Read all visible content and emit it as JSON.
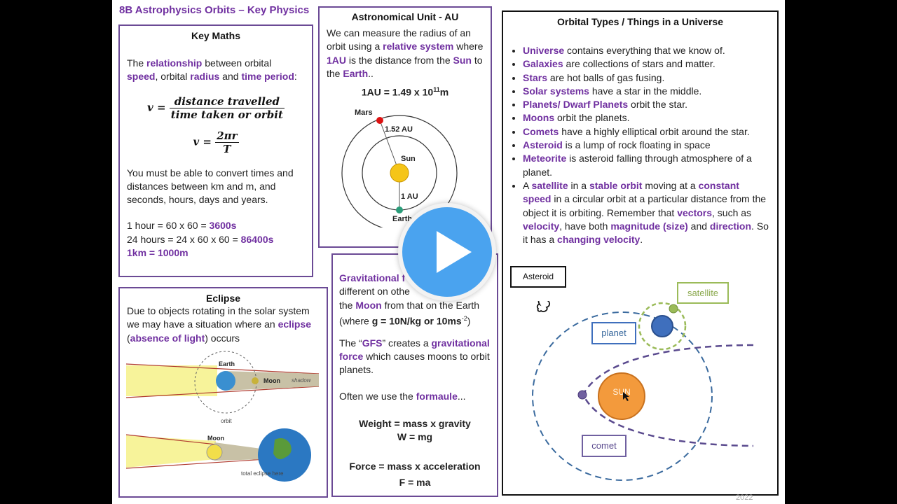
{
  "doc": {
    "title": "8B Astrophysics Orbits – Key Physics",
    "footer": "2022"
  },
  "key_maths": {
    "title": "Key Maths",
    "intro_1": "The ",
    "intro_2": "relationship",
    "intro_3": " between orbital",
    "intro_4": "speed",
    "intro_5": ", orbital ",
    "intro_6": "radius",
    "intro_7": " and ",
    "intro_8": "time period",
    "intro_9": ":",
    "f1_lhs": "v =",
    "f1_num": "distance travelled",
    "f1_den": "time taken or orbit",
    "f2_lhs": "v =",
    "f2_num": "2πr",
    "f2_den": "T",
    "convert": "You must be able to convert times and distances between km and m, and seconds, hours, days and years.",
    "l1_a": "1 hour = 60 x 60 = ",
    "l1_b": "3600s",
    "l2_a": "24 hours = 24 x 60 x 60 = ",
    "l2_b": "86400s",
    "l3": "1km = 1000m"
  },
  "au": {
    "title": "Astronomical Unit - AU",
    "t1": "We can measure the radius of an orbit using a ",
    "t2": "relative system",
    "t3": " where ",
    "t4": "1AU",
    "t5": " is the distance from the ",
    "t6": "Sun",
    "t7": " to the ",
    "t8": "Earth",
    "t9": "..",
    "eq_a": "1AU = 1.49 x 10",
    "eq_sup": "11",
    "eq_b": "m",
    "mars": "Mars",
    "mars_dist": "1.52 AU",
    "sun": "Sun",
    "earth_dist": "1 AU",
    "earth": "Earth"
  },
  "eclipse": {
    "title": "Eclipse",
    "t1": "Due to objects rotating in the solar system we may have a situation where an ",
    "t2": "eclipse",
    "t3": " (",
    "t4": "absence of light",
    "t5": ") occurs",
    "earth": "Earth",
    "moon": "Moon",
    "shadow": "shadow",
    "orbit": "orbit",
    "moon2": "Moon",
    "total": "total eclipse here"
  },
  "gravity": {
    "g1": "Gravitational f",
    "g2": " different on othe",
    "g3": "the ",
    "g4": "Moon",
    "g5": " from that on the Earth (where ",
    "g6": "g = 10N/kg or 10ms",
    "g6_sup": "-2",
    "g7": ")",
    "gfs1": "The “",
    "gfs2": "GFS",
    "gfs3": "” creates a ",
    "gfs4": "gravitational force",
    "gfs5": " which causes moons to orbit planets.",
    "often1": "Often we use the ",
    "often2": "formaule",
    "often3": "...",
    "w1": "Weight = mass x gravity",
    "w2": "W = mg",
    "f1": "Force = mass x acceleration",
    "f2": "F = ma"
  },
  "orbital": {
    "title": "Orbital Types / Things in a Universe",
    "items": [
      {
        "k": "Universe",
        "r": " contains everything that we know of."
      },
      {
        "k": "Galaxies",
        "r": " are collections of stars and matter."
      },
      {
        "k": "Stars",
        "r": " are hot balls of gas fusing."
      },
      {
        "k": "Solar systems",
        "r": " have a star in the middle."
      },
      {
        "k": "Planets/ Dwarf Planets",
        "r": " orbit the star."
      },
      {
        "k": "Moons",
        "r": " orbit the planets."
      },
      {
        "k": "Comets",
        "r": " have a highly elliptical orbit around the star."
      },
      {
        "k": "Asteroid",
        "r": " is a lump of rock floating in space"
      },
      {
        "k": "Meteorite",
        "r": " is asteroid falling through atmosphere of a planet."
      }
    ],
    "sat": {
      "a": "A ",
      "b": "satellite",
      "c": " in a ",
      "d": "stable orbit",
      "e": " moving at a ",
      "f": "constant speed",
      "g": " in a circular orbit at a particular distance from the object it is orbiting. Remember that ",
      "h": "vectors",
      "i": ", such as ",
      "j": "velocity",
      "k": ", have both ",
      "l": "magnitude (size)",
      "m": " and ",
      "n": "direction",
      "o": ". So it has a ",
      "p": "changing velocity",
      "q": "."
    },
    "lbl_asteroid": "Asteroid",
    "lbl_satellite": "satellite",
    "lbl_planet": "planet",
    "lbl_sun": "SUN",
    "lbl_comet": "comet"
  },
  "colors": {
    "purple": "#7030a0",
    "sun": "#f39a3c",
    "planet": "#3f6fbd",
    "satellite": "#9bbb59",
    "comet": "#7060a0",
    "play": "#4aa3ef"
  },
  "icons": [
    "play-icon",
    "asteroid-icon",
    "mouse-cursor-icon"
  ]
}
